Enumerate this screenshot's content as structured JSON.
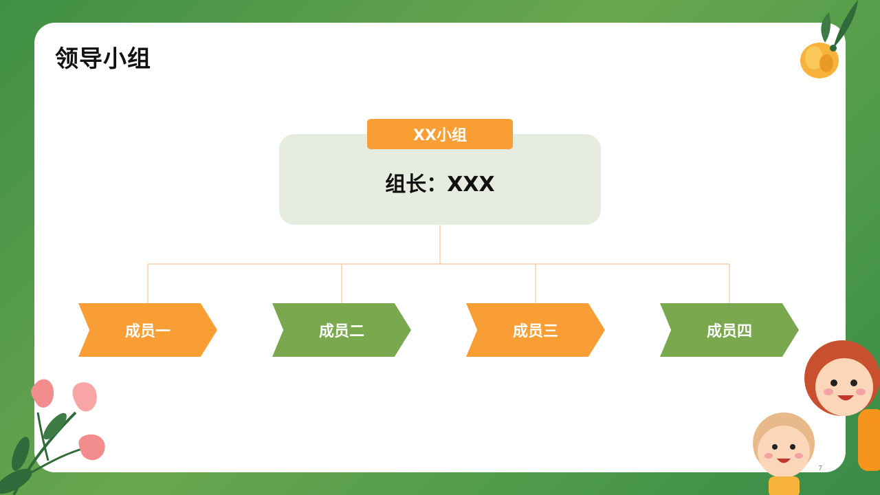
{
  "slide": {
    "title": "领导小组",
    "page_number": "7"
  },
  "org": {
    "group_label": "XX小组",
    "leader_text": "组长：XXX",
    "members": [
      "成员一",
      "成员二",
      "成员三",
      "成员四"
    ]
  },
  "colors": {
    "orange": "#f99e34",
    "green": "#79a84f",
    "leader_bg": "#e6ede0",
    "connector": "#f4c894"
  }
}
